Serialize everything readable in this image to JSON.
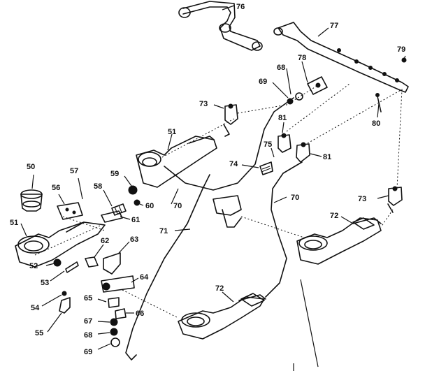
{
  "labels": {
    "l76": "76",
    "l77": "77",
    "l79": "79",
    "l78": "78",
    "l68a": "68",
    "l69a": "69",
    "l73a": "73",
    "l81a": "81",
    "l80": "80",
    "l51a": "51",
    "l75": "75",
    "l74": "74",
    "l81b": "81",
    "l50": "50",
    "l57": "57",
    "l59": "59",
    "l56": "56",
    "l58": "58",
    "l60": "60",
    "l70a": "70",
    "l70b": "70",
    "l73b": "73",
    "l51b": "51",
    "l61": "61",
    "l71": "71",
    "l72a": "72",
    "l62": "62",
    "l63": "63",
    "l52": "52",
    "l53": "53",
    "l64": "64",
    "l72b": "72",
    "l54": "54",
    "l65": "65",
    "l66": "66",
    "l55": "55",
    "l67": "67",
    "l68b": "68",
    "l69b": "69"
  }
}
